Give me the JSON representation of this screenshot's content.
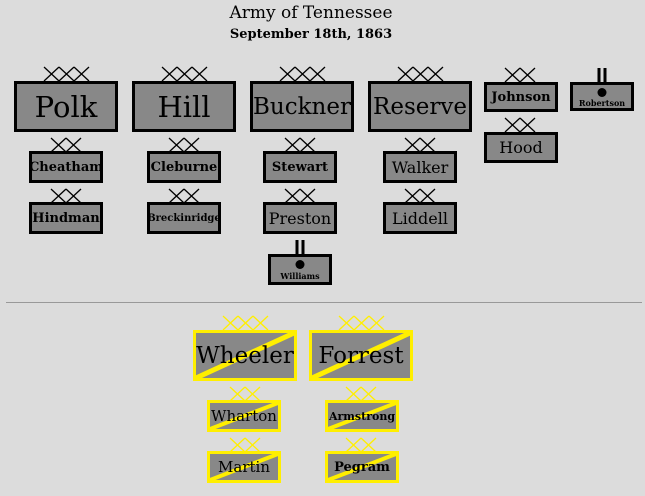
{
  "title": "Army of Tennessee",
  "subtitle": "September 18th, 1863",
  "colors": {
    "unit_fill": "#888888",
    "infantry_border": "#000000",
    "cavalry_border": "#ffef00",
    "background": "#dcdcdc"
  },
  "corps": [
    {
      "name": "Polk",
      "divisions": [
        "Cheatham",
        "Hindman"
      ]
    },
    {
      "name": "Hill",
      "divisions": [
        "Cleburne",
        "Breckinridge"
      ]
    },
    {
      "name": "Buckner",
      "divisions": [
        "Stewart",
        "Preston"
      ],
      "brigade": "Williams"
    },
    {
      "name": "Reserve",
      "divisions": [
        "Walker",
        "Liddell"
      ]
    }
  ],
  "independent": {
    "johnson": "Johnson",
    "hood": "Hood",
    "robertson": "Robertson"
  },
  "cavalry": [
    {
      "name": "Wheeler",
      "divisions": [
        "Wharton",
        "Martin"
      ]
    },
    {
      "name": "Forrest",
      "divisions": [
        "Armstrong",
        "Pegram"
      ]
    }
  ]
}
